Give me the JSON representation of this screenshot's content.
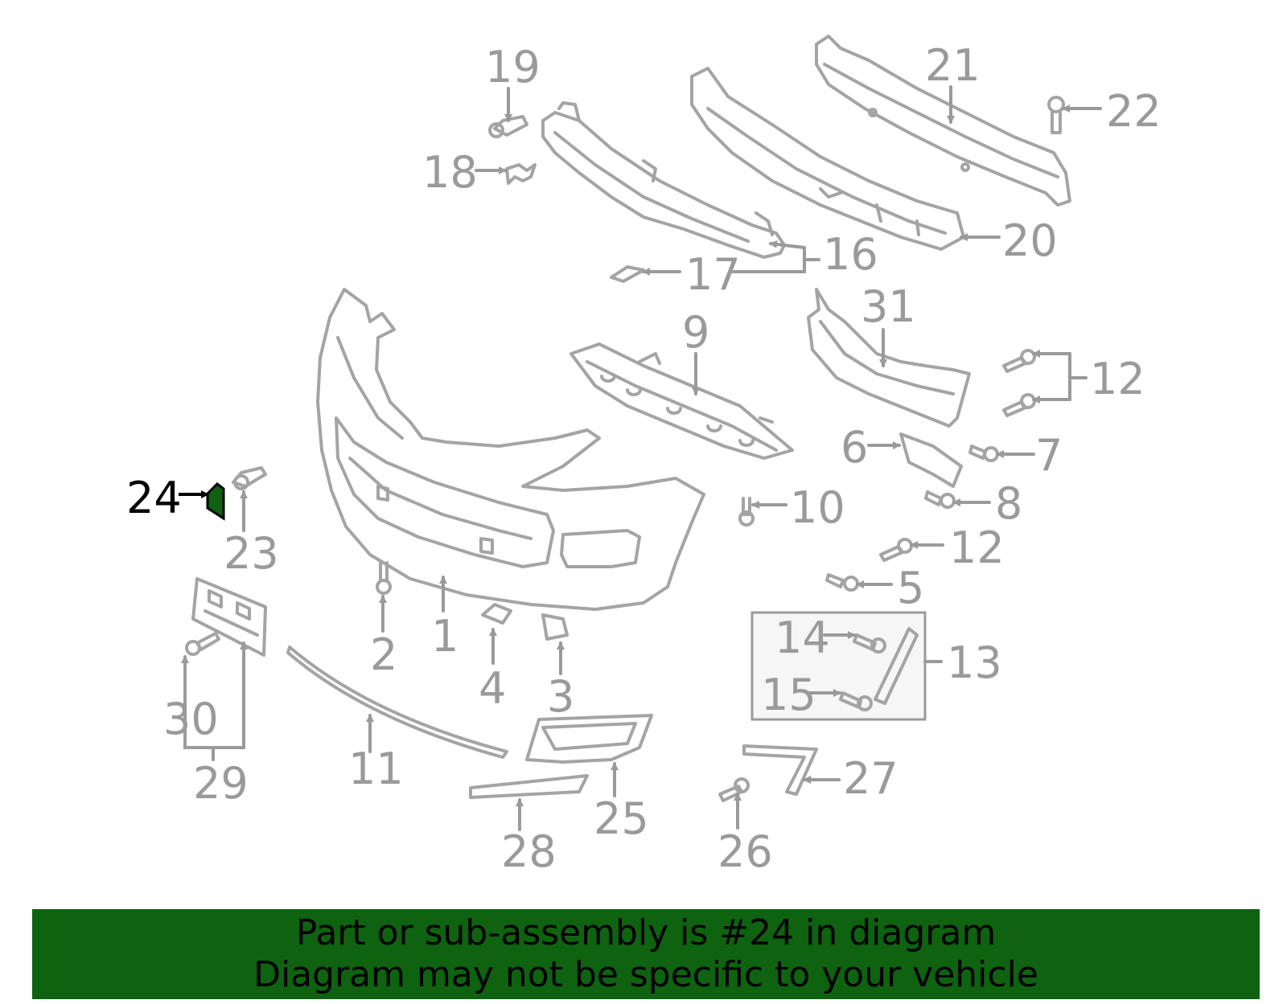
{
  "diagram": {
    "highlight_color": "#0e6210",
    "highlighted_callout": "24",
    "callouts": [
      "1",
      "2",
      "3",
      "4",
      "5",
      "6",
      "7",
      "8",
      "9",
      "10",
      "11",
      "12",
      "12",
      "12",
      "13",
      "14",
      "15",
      "16",
      "17",
      "18",
      "19",
      "20",
      "21",
      "22",
      "23",
      "24",
      "25",
      "26",
      "27",
      "28",
      "29",
      "30",
      "31"
    ]
  },
  "banner": {
    "line1": "Part or sub-assembly is #24 in diagram",
    "line2": "Diagram may not be specific to your vehicle",
    "background": "#0e6210"
  }
}
